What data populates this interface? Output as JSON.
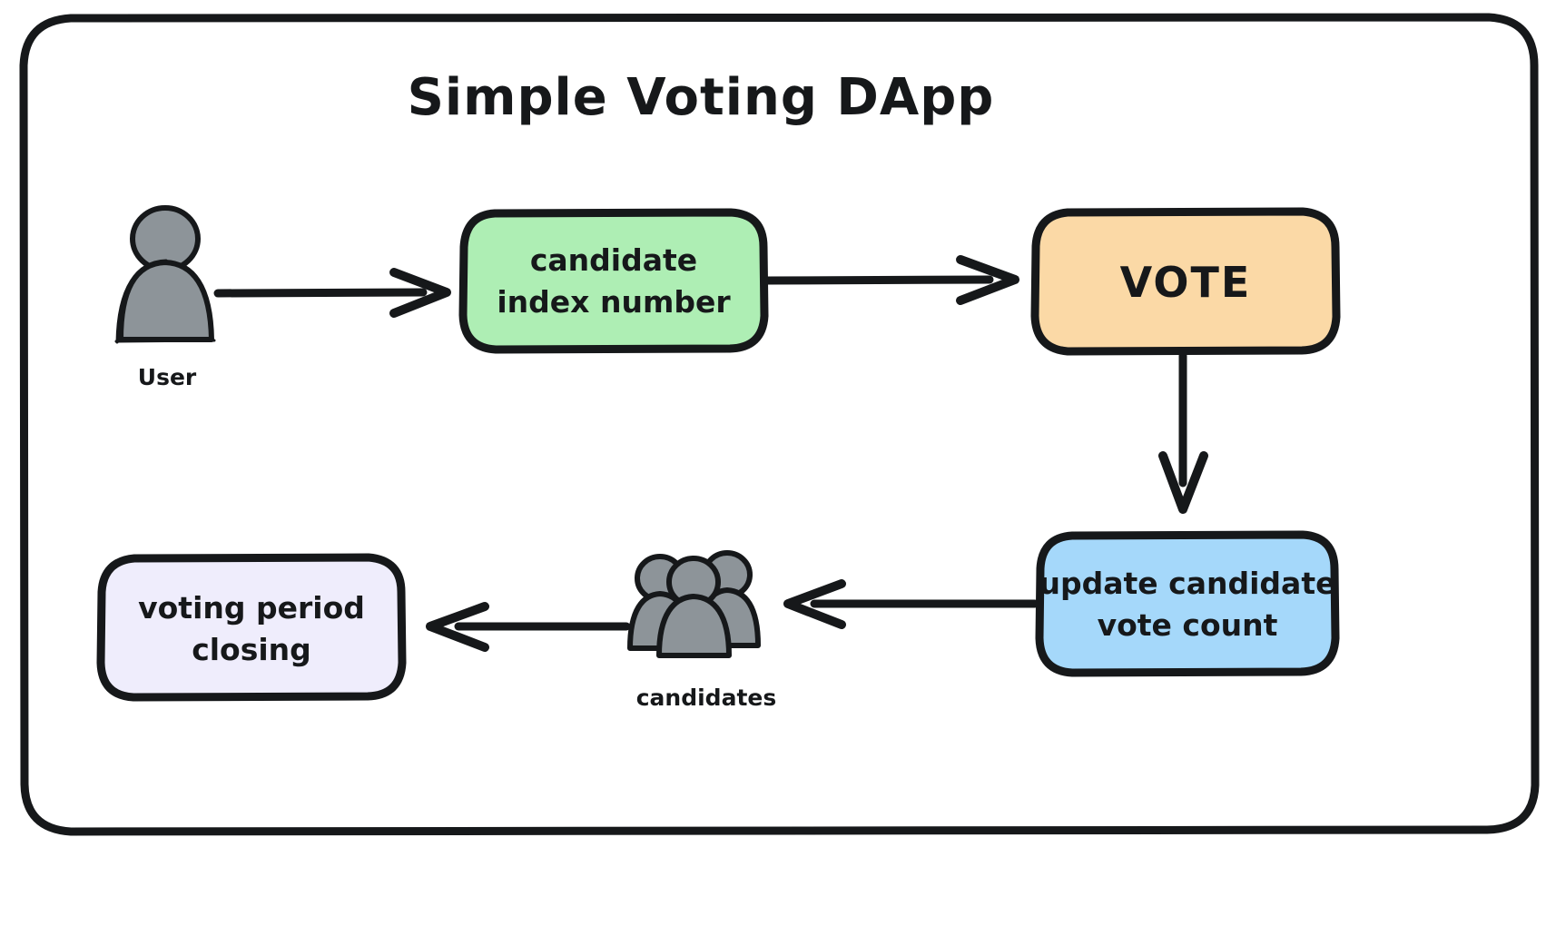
{
  "diagram": {
    "title": "Simple Voting DApp",
    "style": "hand-drawn-sketch",
    "colors": {
      "stroke": "#16181a",
      "background": "#ffffff",
      "green_node": "#aeeeb4",
      "orange_node": "#fbd9a6",
      "blue_node": "#a5d8fa",
      "lavender_node": "#efedfc",
      "person_fill": "#8d9499"
    },
    "nodes": [
      {
        "id": "user",
        "kind": "person-icon",
        "caption": "User"
      },
      {
        "id": "candidate-index",
        "kind": "box",
        "fill": "#aeeeb4",
        "label_line1": "candidate",
        "label_line2": "index number"
      },
      {
        "id": "vote",
        "kind": "box",
        "fill": "#fbd9a6",
        "label_line1": "VOTE"
      },
      {
        "id": "update-count",
        "kind": "box",
        "fill": "#a5d8fa",
        "label_line1": "update candidate",
        "label_line2": "vote count"
      },
      {
        "id": "candidates",
        "kind": "group-icon",
        "caption": "candidates"
      },
      {
        "id": "voting-period-closing",
        "kind": "box",
        "fill": "#efedfc",
        "label_line1": "voting period",
        "label_line2": "closing"
      }
    ],
    "edges": [
      {
        "from": "user",
        "to": "candidate-index",
        "direction": "right"
      },
      {
        "from": "candidate-index",
        "to": "vote",
        "direction": "right"
      },
      {
        "from": "vote",
        "to": "update-count",
        "direction": "down"
      },
      {
        "from": "update-count",
        "to": "candidates",
        "direction": "left"
      },
      {
        "from": "candidates",
        "to": "voting-period-closing",
        "direction": "left"
      }
    ]
  }
}
